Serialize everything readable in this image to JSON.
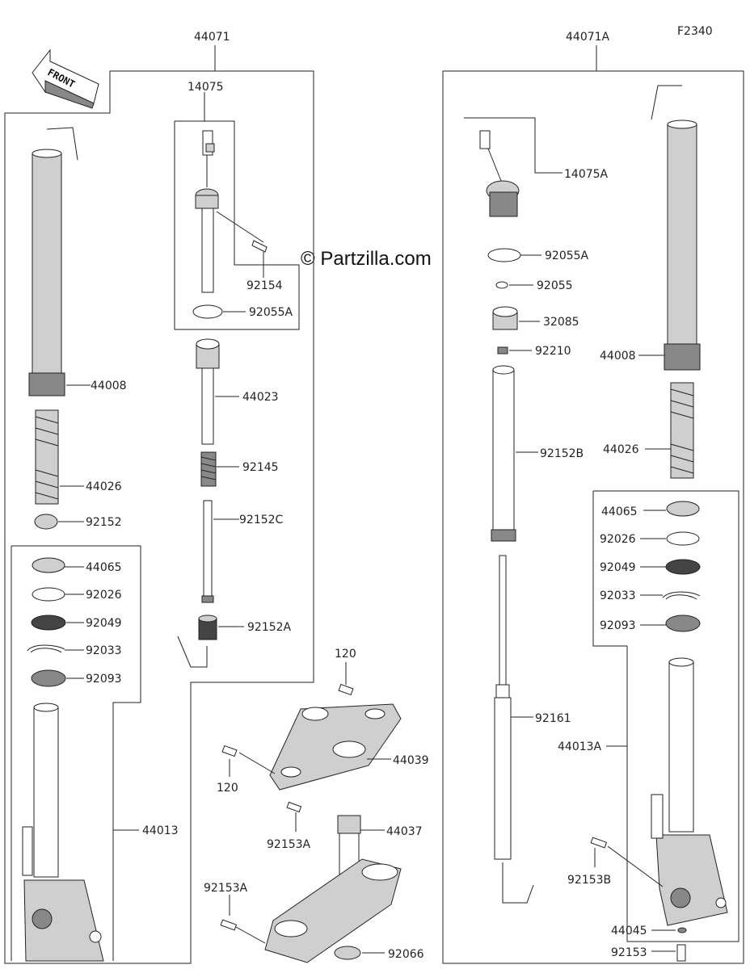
{
  "figure_code": "F2340",
  "watermark": "© Partzilla.com",
  "front_arrow": "FRONT",
  "labels": {
    "l44071": "44071",
    "l14075": "14075",
    "l92154": "92154",
    "l92055A_l": "92055A",
    "l44023": "44023",
    "l92145": "92145",
    "l92152C": "92152C",
    "l92152A": "92152A",
    "l44008_l": "44008",
    "l44026_l": "44026",
    "l92152": "92152",
    "l44065_l": "44065",
    "l92026_l": "92026",
    "l92049_l": "92049",
    "l92033_l": "92033",
    "l92093_l": "92093",
    "l44013": "44013",
    "l120_t": "120",
    "l120_b": "120",
    "l44039": "44039",
    "l92153A_t": "92153A",
    "l44037": "44037",
    "l92153A_b": "92153A",
    "l92066": "92066",
    "l44071A": "44071A",
    "l14075A": "14075A",
    "l92055A_r": "92055A",
    "l92055": "92055",
    "l32085": "32085",
    "l92210": "92210",
    "l92152B": "92152B",
    "l92161": "92161",
    "l44008_r": "44008",
    "l44026_r": "44026",
    "l44065_r": "44065",
    "l92026_r": "92026",
    "l92049_r": "92049",
    "l92033_r": "92033",
    "l92093_r": "92093",
    "l44013A": "44013A",
    "l92153B": "92153B",
    "l44045": "44045",
    "l92153": "92153"
  }
}
